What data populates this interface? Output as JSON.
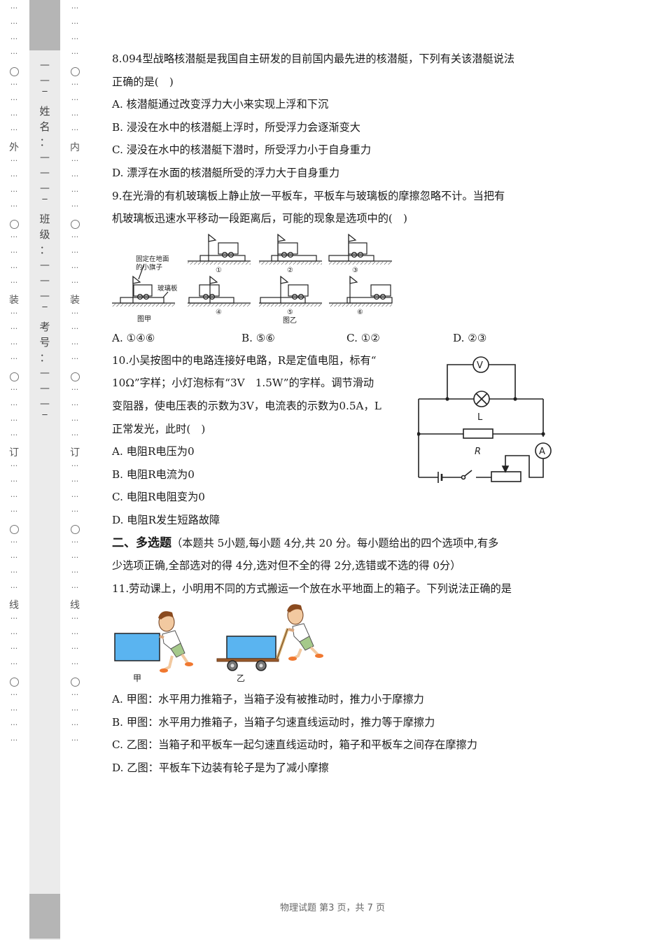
{
  "binding_margin": {
    "outer_column_marks": [
      "外",
      "装",
      "订",
      "线"
    ],
    "inner_column_marks": [
      "内",
      "装",
      "订",
      "线"
    ],
    "student_fields": [
      {
        "label": "姓名",
        "colon": "：",
        "blank": "___"
      },
      {
        "label": "班级",
        "colon": "：",
        "blank": "___"
      },
      {
        "label": "考号",
        "colon": "：",
        "blank": "___"
      }
    ]
  },
  "q8": {
    "stem_line1": "8.094型战略核潜艇是我国自主研发的目前国内最先进的核潜艇，下列有关该潜艇说法",
    "stem_line2": "正确的是(　)",
    "options": [
      "A. 核潜艇通过改变浮力大小来实现上浮和下沉",
      "B. 浸没在水中的核潜艇上浮时，所受浮力会逐渐变大",
      "C. 浸没在水中的核潜艇下潜时，所受浮力小于自身重力",
      "D. 漂浮在水面的核潜艇所受的浮力大于自身重力"
    ]
  },
  "q9": {
    "stem_line1": "9.在光滑的有机玻璃板上静止放一平板车，平板车与玻璃板的摩擦忽略不计。当把有",
    "stem_line2": "机玻璃板迅速水平移动一段距离后，可能的现象是选项中的(　)",
    "figure": {
      "label_flag": "固定在地面",
      "label_flag2": "的小旗子",
      "label_board": "玻璃板",
      "caption_a": "图甲",
      "caption_b": "图乙",
      "panels": [
        "①",
        "②",
        "③",
        "④",
        "⑤",
        "⑥"
      ]
    },
    "options": [
      "A. ①④⑥",
      "B. ⑤⑥",
      "C. ①②",
      "D. ②③"
    ]
  },
  "q10": {
    "stem_lines": [
      "10.小吴按图中的电路连接好电路，R是定值电阻，标有“",
      "10Ω”字样；小灯泡标有“3V　1.5W”的字样。调节滑动",
      "变阻器，使电压表的示数为3V，电流表的示数为0.5A，L",
      "正常发光，此时(　)"
    ],
    "options": [
      "A. 电阻R电压为0",
      "B. 电阻R电流为0",
      "C. 电阻R电阻变为0",
      "D. 电阻R发生短路故障"
    ],
    "circuit": {
      "voltmeter": "V",
      "ammeter": "A",
      "lamp": "L",
      "resistor": "R"
    }
  },
  "section2": {
    "title": "二、多选题",
    "desc_line1": "（本题共 5小题,每小题 4分,共 20 分。每小题给出的四个选项中,有多",
    "desc_line2": "少选项正确,全部选对的得 4分,选对但不全的得 2分,选错或不选的得 0分）"
  },
  "q11": {
    "stem": "11.劳动课上，小明用不同的方式搬运一个放在水平地面上的箱子。下列说法正确的是",
    "figure": {
      "caption_a": "甲",
      "caption_b": "乙",
      "box_color": "#5ab4f0"
    },
    "options": [
      "A. 甲图：水平用力推箱子，当箱子没有被推动时，推力小于摩擦力",
      "B. 甲图：水平用力推箱子，当箱子匀速直线运动时，推力等于摩擦力",
      "C. 乙图：当箱子和平板车一起匀速直线运动时，箱子和平板车之间存在摩擦力",
      "D. 乙图：平板车下边装有轮子是为了减小摩擦"
    ]
  },
  "footer": {
    "text": "物理试题  第3 页，共 7 页"
  }
}
